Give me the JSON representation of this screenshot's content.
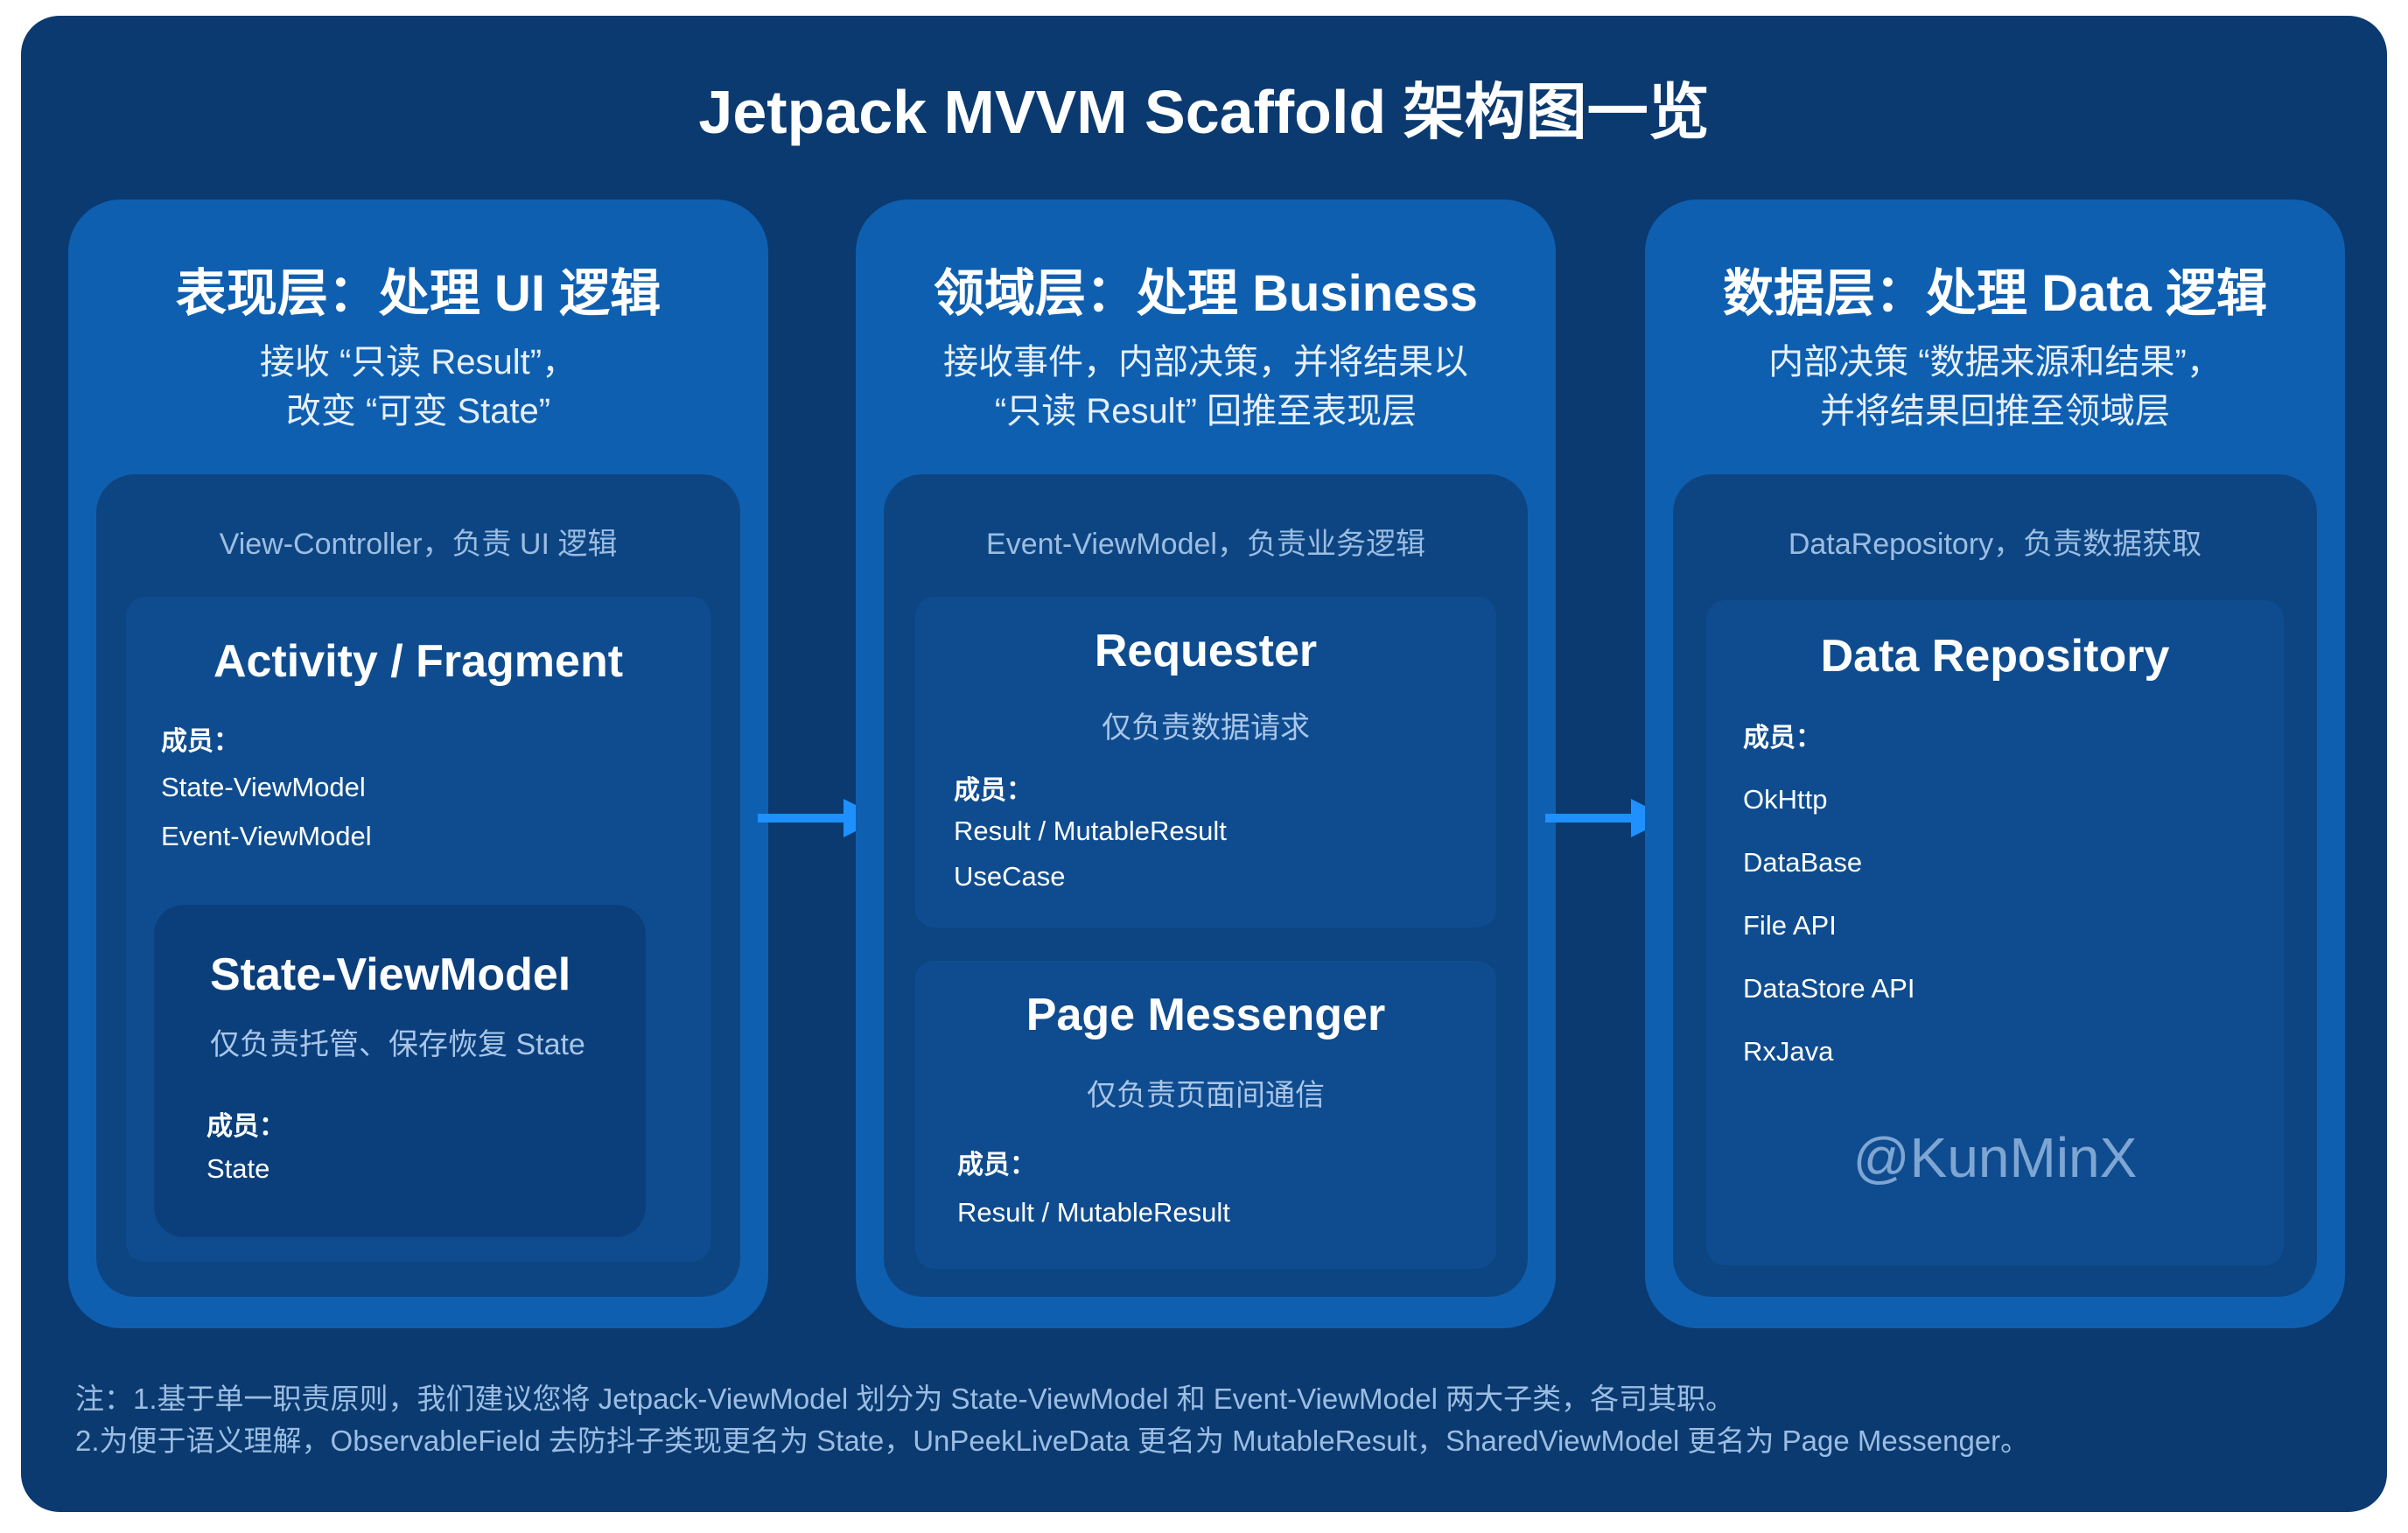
{
  "title": "Jetpack MVVM Scaffold 架构图一览",
  "columns": [
    {
      "title": "表现层：处理 UI 逻辑",
      "subtitle_line1": "接收 “只读 Result”，",
      "subtitle_line2": "改变 “可变 State”",
      "inner_label": "View-Controller，负责 UI 逻辑",
      "card": {
        "title": "Activity / Fragment",
        "members_label": "成员：",
        "members": [
          "State-ViewModel",
          "Event-ViewModel"
        ]
      },
      "subcard": {
        "title": "State-ViewModel",
        "desc": "仅负责托管、保存恢复 State",
        "members_label": "成员：",
        "members": [
          "State"
        ]
      }
    },
    {
      "title": "领域层：处理 Business",
      "subtitle_line1": "接收事件，内部决策，并将结果以",
      "subtitle_line2": "“只读 Result” 回推至表现层",
      "inner_label": "Event-ViewModel，负责业务逻辑",
      "cards": [
        {
          "title": "Requester",
          "desc": "仅负责数据请求",
          "members_label": "成员：",
          "members": [
            "Result / MutableResult",
            "UseCase"
          ]
        },
        {
          "title": "Page Messenger",
          "desc": "仅负责页面间通信",
          "members_label": "成员：",
          "members": [
            "Result / MutableResult"
          ]
        }
      ]
    },
    {
      "title": "数据层：处理 Data 逻辑",
      "subtitle_line1": "内部决策 “数据来源和结果”，",
      "subtitle_line2": "并将结果回推至领域层",
      "inner_label": "DataRepository，负责数据获取",
      "card": {
        "title": "Data Repository",
        "members_label": "成员：",
        "members": [
          "OkHttp",
          "DataBase",
          "File API",
          "DataStore API",
          "RxJava"
        ]
      },
      "watermark": "@KunMinX"
    }
  ],
  "notes": [
    "注：1.基于单一职责原则，我们建议您将 Jetpack-ViewModel 划分为 State-ViewModel 和 Event-ViewModel 两大子类，各司其职。",
    "2.为便于语义理解，ObservableField 去防抖子类现更名为 State，UnPeekLiveData 更名为 MutableResult，SharedViewModel 更名为 Page Messenger。"
  ],
  "colors": {
    "frame": "#0a3a70",
    "column": "#0f5fb0",
    "inner": "#0d4582",
    "card": "#0f4c8f",
    "subcard": "#0b3f7c",
    "arrow": "#1e90ff",
    "label": "#9cbde2"
  },
  "icons": [
    "arrow-right-icon",
    "arrow-right-icon"
  ]
}
